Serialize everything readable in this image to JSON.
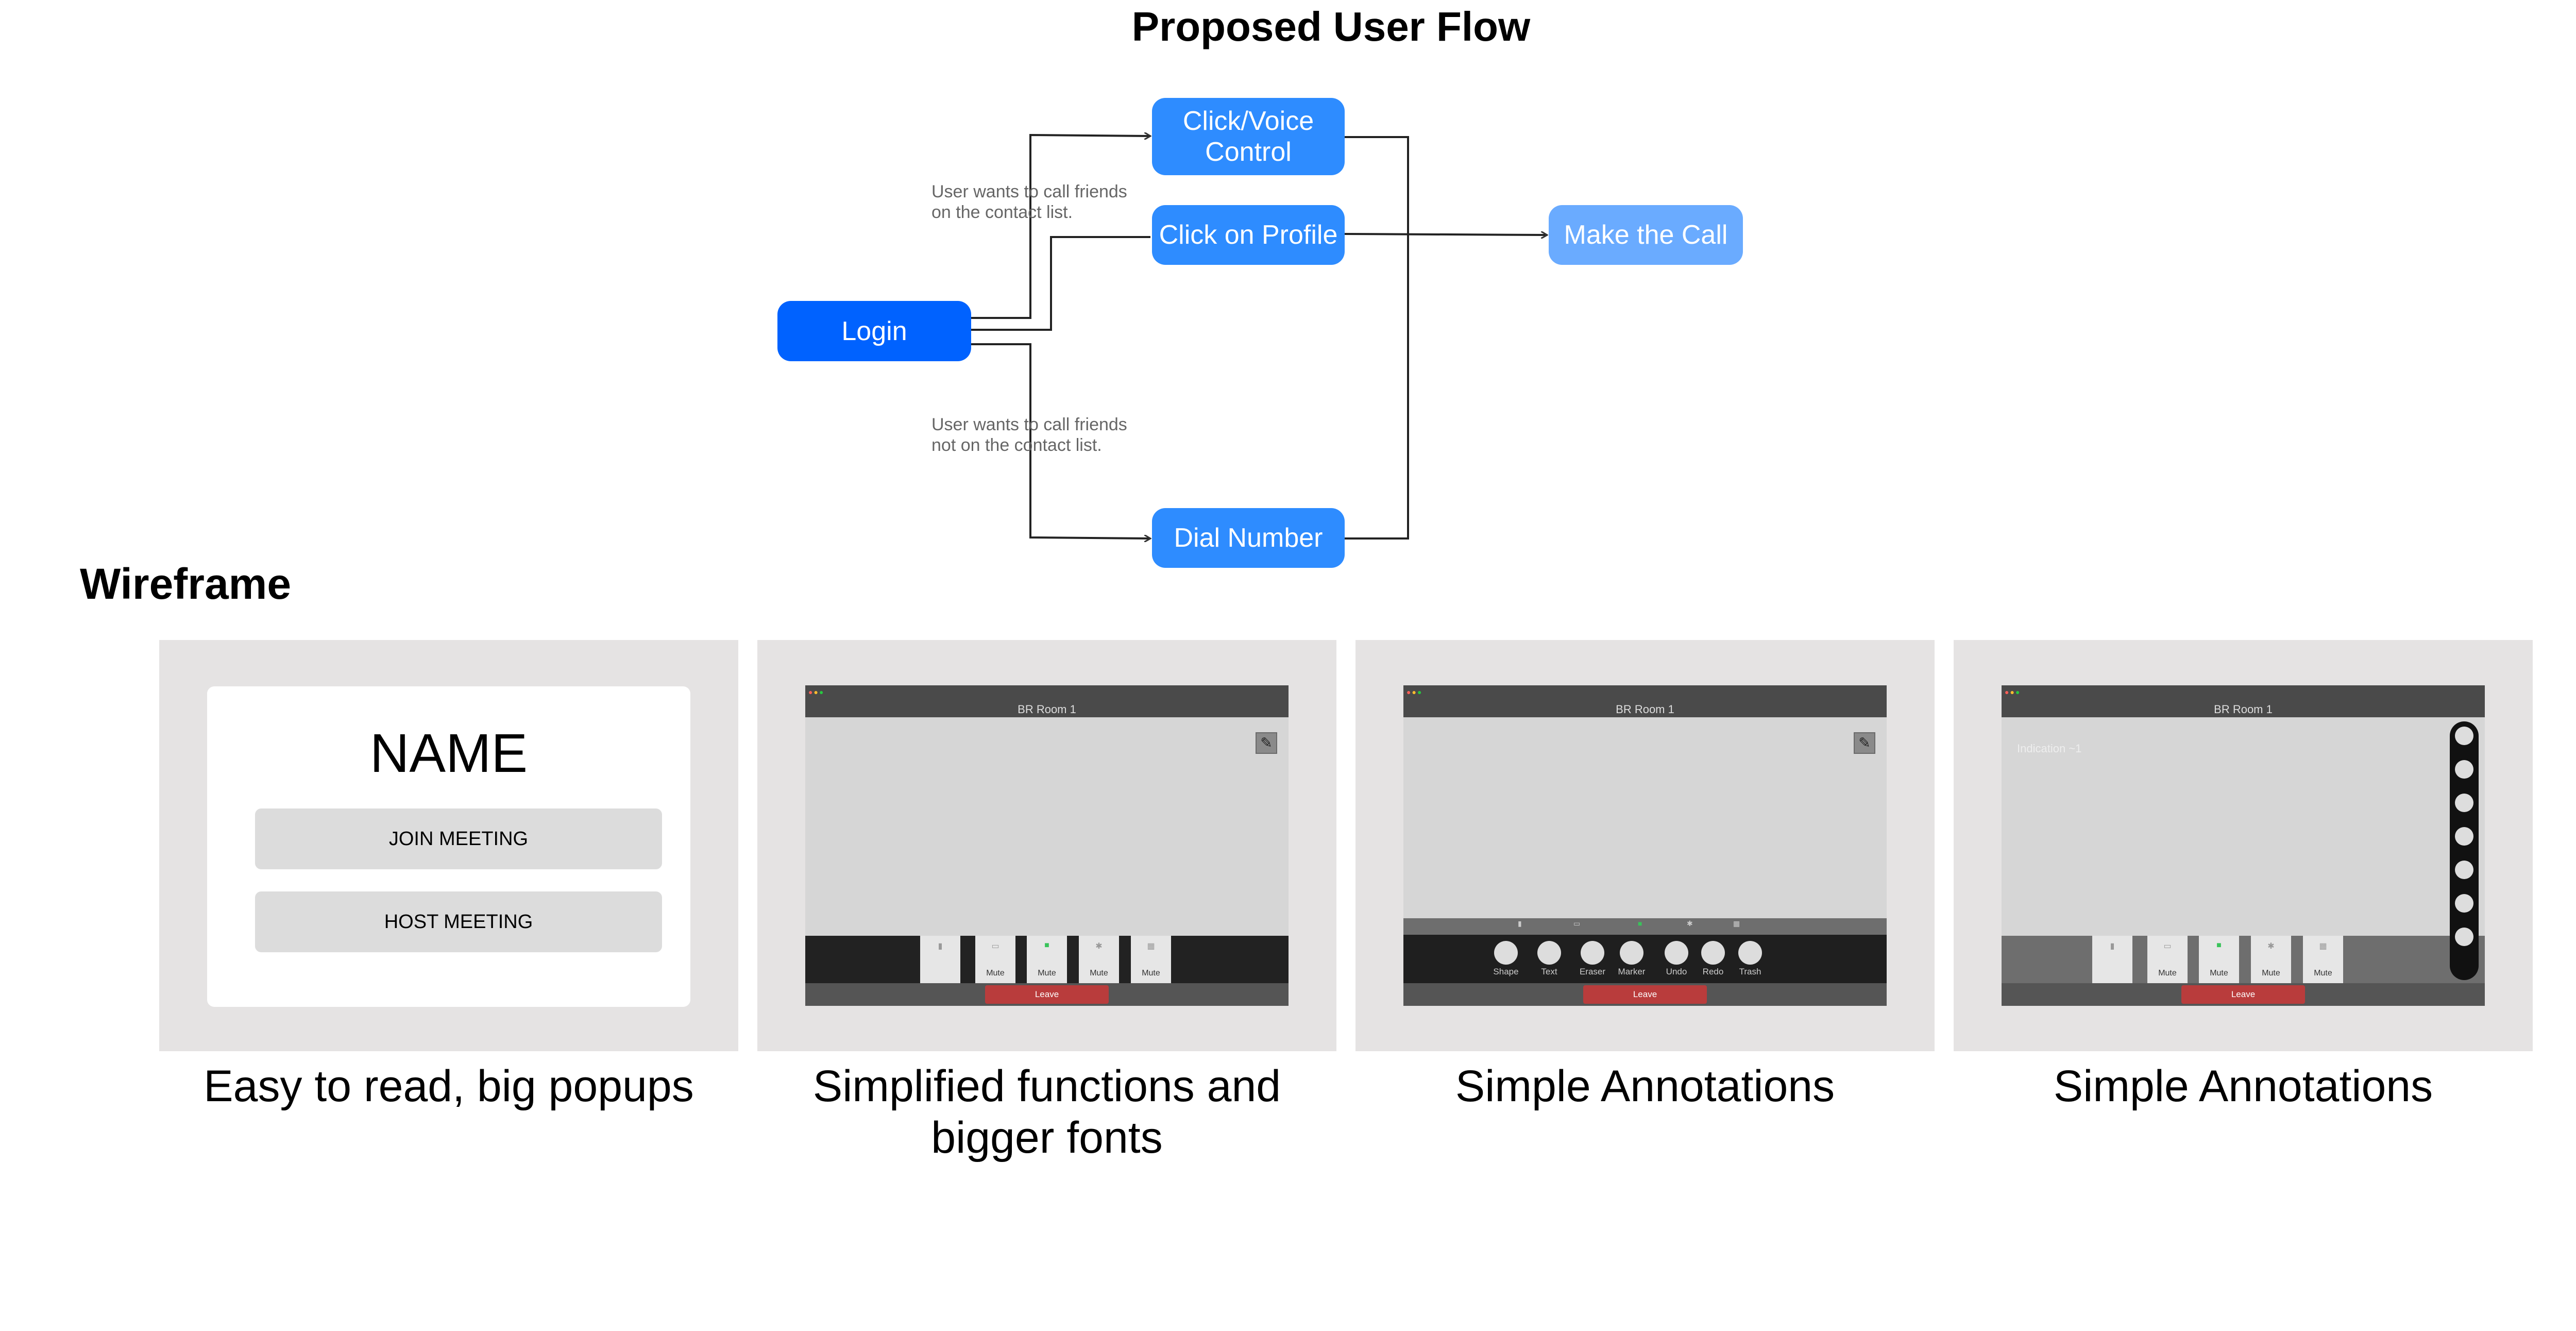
{
  "header": {
    "title": "Proposed User Flow"
  },
  "flow": {
    "nodes": {
      "login": "Login",
      "click_voice": "Click/Voice\nControl",
      "click_profile": "Click on Profile",
      "dial_number": "Dial Number",
      "make_call": "Make the Call"
    },
    "notes": {
      "on_contacts": "User wants to call friends\non the contact list.",
      "not_on_contacts": "User wants to call friends\nnot on the contact list."
    },
    "colors": {
      "login": "#0062ff",
      "step": "#2e8cff",
      "final": "#6aabff"
    }
  },
  "wireframe": {
    "title": "Wireframe",
    "cards": [
      {
        "caption": "Easy to read, big popups",
        "name": "NAME",
        "join": "JOIN MEETING",
        "host": "HOST MEETING"
      },
      {
        "caption": "Simplified functions and\nbigger fonts",
        "room": "BR Room 1",
        "controls": [
          "",
          "Mute",
          "Mute",
          "Mute",
          "Mute"
        ],
        "leave": "Leave"
      },
      {
        "caption": "Simple Annotations",
        "room": "BR Room 1",
        "tools": [
          "Shape",
          "Text",
          "Eraser",
          "Marker",
          "Undo",
          "Redo",
          "Trash"
        ],
        "leave": "Leave"
      },
      {
        "caption": "Simple Annotations",
        "room": "BR Room 1",
        "indication": "Indication ~1",
        "controls": [
          "",
          "Mute",
          "Mute",
          "Mute",
          "Mute"
        ],
        "leave": "Leave"
      }
    ]
  }
}
